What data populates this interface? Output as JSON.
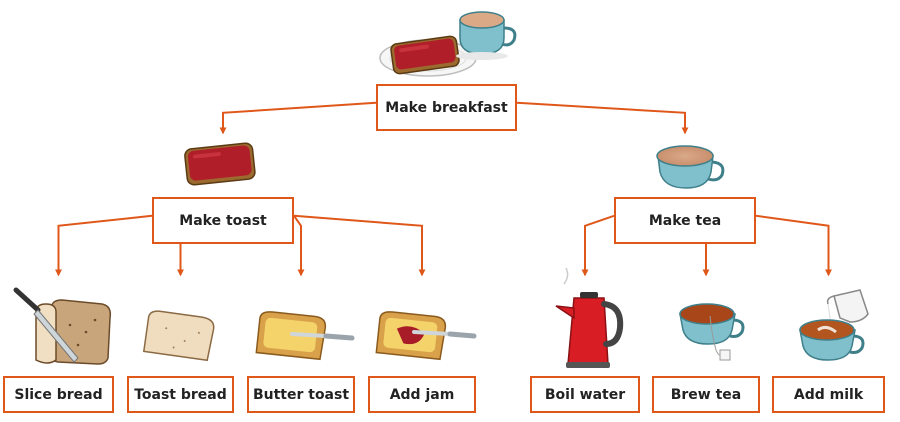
{
  "colors": {
    "accent": "#e0571a",
    "text": "#222222",
    "background": "#ffffff"
  },
  "nodes": {
    "root": {
      "label": "Make breakfast",
      "icon": "toast-and-tea-icon"
    },
    "toast": {
      "label": "Make toast",
      "icon": "jam-toast-icon"
    },
    "tea": {
      "label": "Make tea",
      "icon": "tea-cup-icon"
    },
    "slice": {
      "label": "Slice bread",
      "icon": "bread-loaf-knife-icon"
    },
    "toastb": {
      "label": "Toast bread",
      "icon": "toast-slice-icon"
    },
    "butter": {
      "label": "Butter toast",
      "icon": "butter-knife-toast-icon"
    },
    "jam": {
      "label": "Add jam",
      "icon": "jam-knife-toast-icon"
    },
    "boil": {
      "label": "Boil water",
      "icon": "kettle-icon"
    },
    "brew": {
      "label": "Brew tea",
      "icon": "tea-bag-cup-icon"
    },
    "milk": {
      "label": "Add milk",
      "icon": "milk-jug-cup-icon"
    }
  },
  "edges": [
    [
      "root",
      "toast"
    ],
    [
      "root",
      "tea"
    ],
    [
      "toast",
      "slice"
    ],
    [
      "toast",
      "toastb"
    ],
    [
      "toast",
      "butter"
    ],
    [
      "toast",
      "jam"
    ],
    [
      "tea",
      "boil"
    ],
    [
      "tea",
      "brew"
    ],
    [
      "tea",
      "milk"
    ]
  ]
}
